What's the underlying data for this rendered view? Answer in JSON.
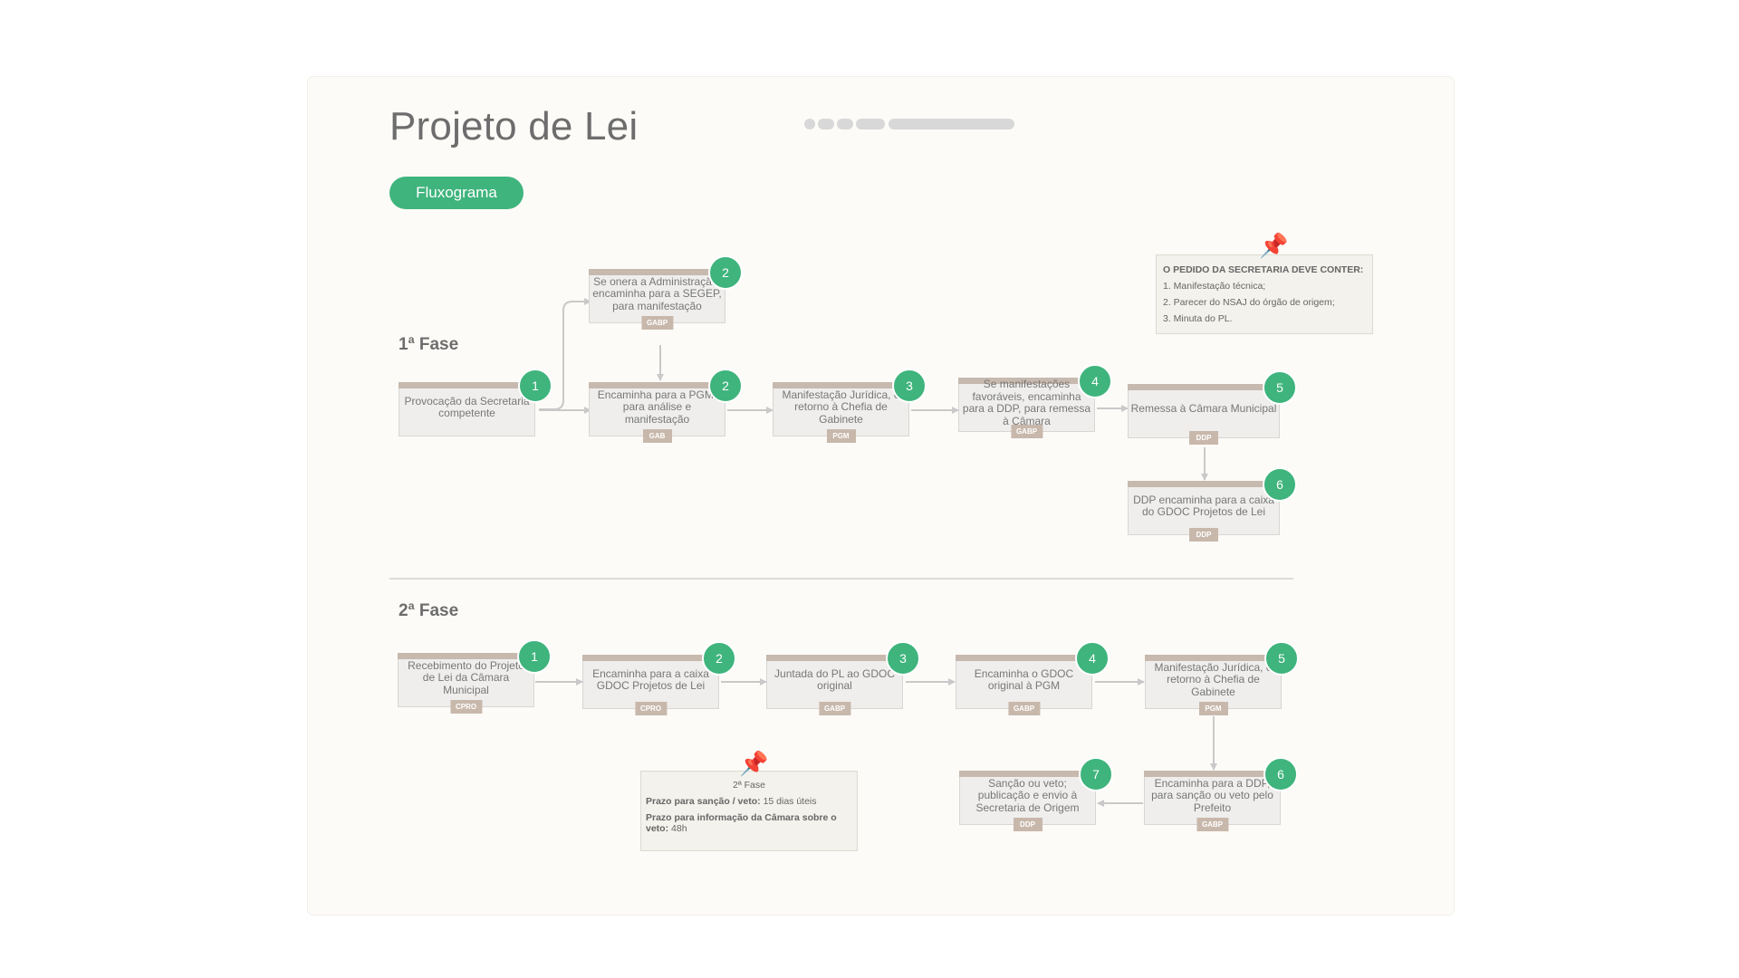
{
  "page": {
    "title": "Projeto de Lei",
    "pill": "Fluxograma"
  },
  "phases": [
    {
      "label": "1ª Fase",
      "steps": [
        {
          "number": "1",
          "text": "Provocação da Secretaria competente",
          "tag": ""
        },
        {
          "number": "2",
          "text": "Se onera a Administração, encaminha para a SEGEP, para manifestação",
          "tag": "GABP"
        },
        {
          "number": "2",
          "text": "Encaminha para a PGM, para análise e manifestação",
          "tag": "GAB"
        },
        {
          "number": "3",
          "text": "Manifestação Jurídica, e retorno à Chefia de Gabinete",
          "tag": "PGM"
        },
        {
          "number": "4",
          "text": "Se manifestações favoráveis, encaminha para a DDP, para remessa à Câmara",
          "tag": "GABP"
        },
        {
          "number": "5",
          "text": "Remessa à Câmara Municipal",
          "tag": "DDP"
        },
        {
          "number": "6",
          "text": "DDP encaminha para a caixa do GDOC Projetos de Lei",
          "tag": "DDP"
        }
      ]
    },
    {
      "label": "2ª Fase",
      "steps": [
        {
          "number": "1",
          "text": "Recebimento do Projeto de Lei da Câmara Municipal",
          "tag": "CPRO"
        },
        {
          "number": "2",
          "text": "Encaminha para a caixa GDOC Projetos de Lei",
          "tag": "CPRO"
        },
        {
          "number": "3",
          "text": "Juntada do PL ao GDOC original",
          "tag": "GABP"
        },
        {
          "number": "4",
          "text": "Encaminha o GDOC original à PGM",
          "tag": "GABP"
        },
        {
          "number": "5",
          "text": "Manifestação Jurídica, e retorno à Chefia de Gabinete",
          "tag": "PGM"
        },
        {
          "number": "6",
          "text": "Encaminha para a DDP, para sanção ou veto pelo Prefeito",
          "tag": "GABP"
        },
        {
          "number": "7",
          "text": "Sanção ou veto; publicação e envio à Secretaria de Origem",
          "tag": "DDP"
        }
      ]
    }
  ],
  "notes": {
    "requirements": {
      "heading": "O PEDIDO DA SECRETARIA DEVE CONTER:",
      "items": [
        "1. Manifestação técnica;",
        "2. Parecer do NSAJ do órgão de origem;",
        "3. Minuta do PL."
      ]
    },
    "deadlines": {
      "heading": "2ª Fase",
      "sanction_label": "Prazo para sanção / veto:",
      "sanction_value": "15 dias úteis",
      "veto_label": "Prazo para informação da Câmara sobre o veto:",
      "veto_value": "48h"
    }
  },
  "colors": {
    "accent": "#3fb47d",
    "node_bar": "#c7b9ae",
    "tag": "#c8b8ab",
    "node_bg": "#efeeed",
    "note_bg": "#f3f2ec",
    "canvas": "#fdfbf8"
  },
  "icons": {
    "note_pin": "pushpin-icon"
  }
}
